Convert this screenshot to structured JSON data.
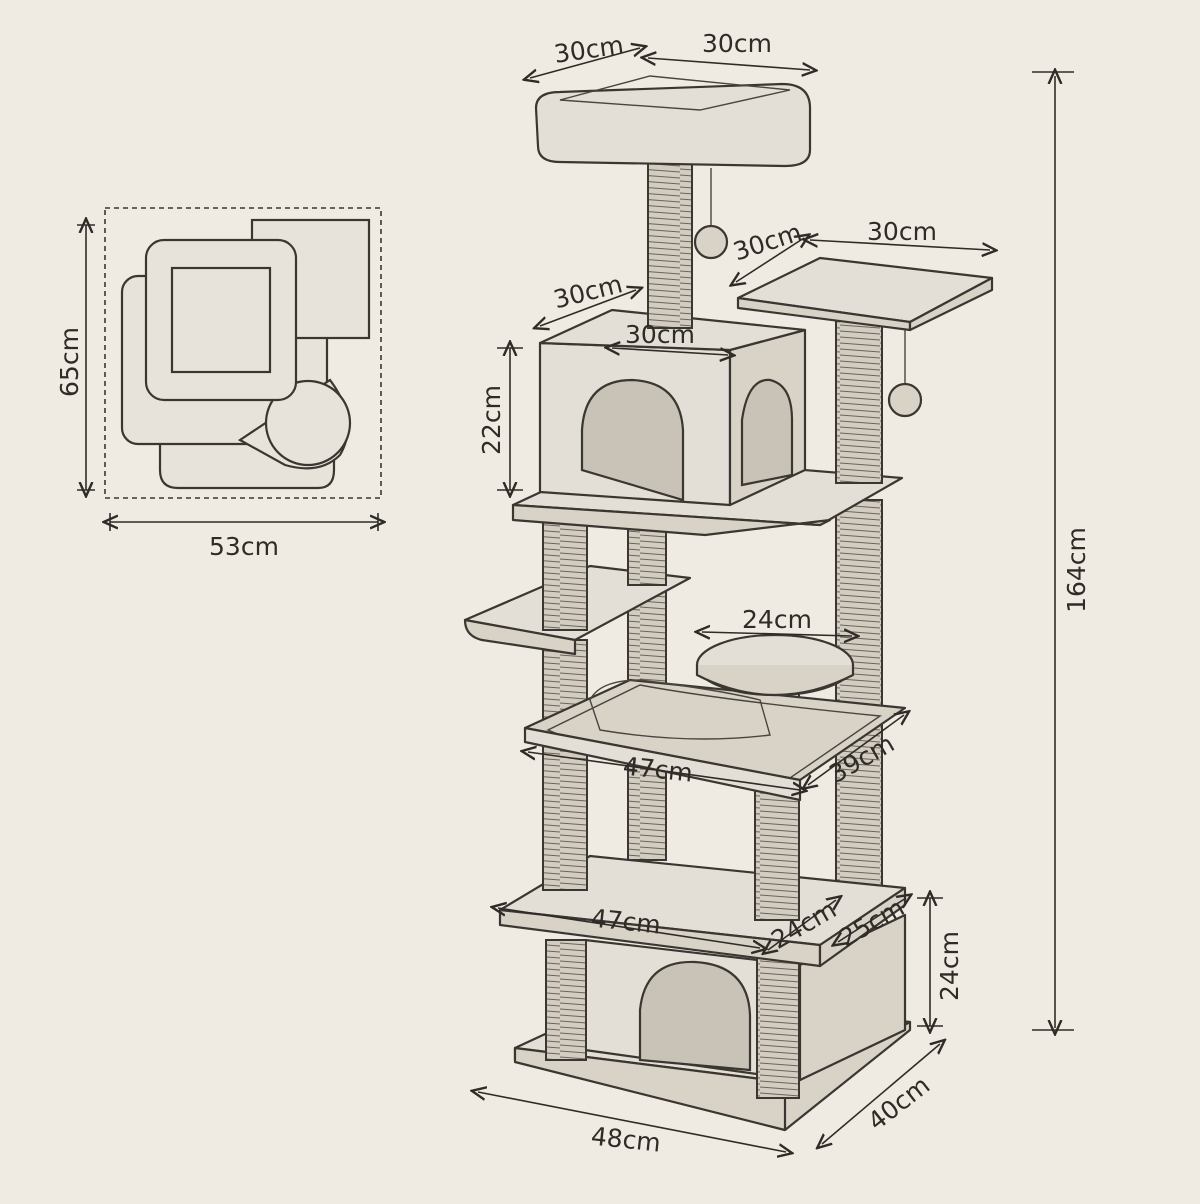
{
  "labels": {
    "perch_depth": "30cm",
    "perch_width": "30cm",
    "side_perch_depth": "30cm",
    "side_perch_width": "30cm",
    "condo_depth": "30cm",
    "condo_width": "30cm",
    "condo_height": "22cm",
    "round_perch": "24cm",
    "hammock_width": "47cm",
    "hammock_depth": "39cm",
    "lower_platform_width": "47cm",
    "lower_platform_depth": "24cm",
    "base_condo_depth": "25cm",
    "base_condo_height": "24cm",
    "base_width": "48cm",
    "base_depth": "40cm",
    "total_height": "164cm",
    "footprint_height": "65cm",
    "footprint_width": "53cm"
  }
}
